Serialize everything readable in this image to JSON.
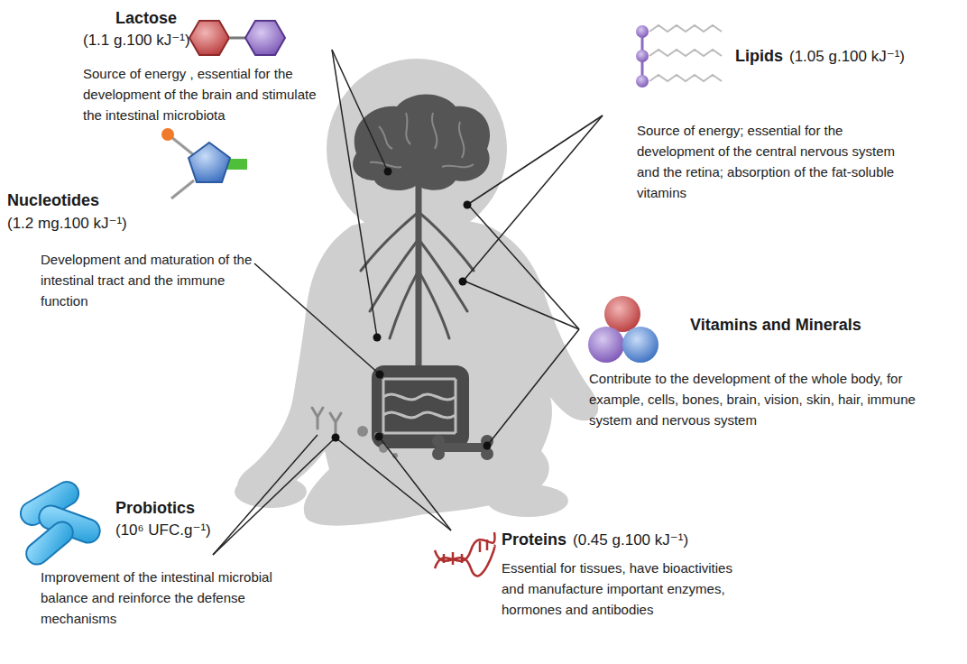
{
  "diagram": {
    "labels": [
      "Lactose",
      "(1.1 g.100 kJ⁻¹)",
      "Source of energy , essential for the development of the brain and stimulate the intestinal microbiota",
      "Lipids",
      "(1.05 g.100 kJ⁻¹)",
      "Source of energy; essential for the development of the central nervous system and the retina; absorption of the fat-soluble vitamins",
      "Nucleotides",
      "(1.2 mg.100 kJ⁻¹)",
      "Development and maturation of the intestinal tract and the immune function",
      "Vitamins and Minerals",
      "Contribute to the development of the whole body, for example, cells, bones, brain, vision, skin, hair, immune system and nervous system",
      "Probiotics",
      "(10⁶ UFC.g⁻¹)",
      "Improvement of the intestinal microbial balance and reinforce the defense mechanisms",
      "Proteins",
      "(0.45 g.100 kJ⁻¹)",
      "Essential for tissues, have bioactivities and manufacture important enzymes, hormones and antibodies"
    ]
  }
}
